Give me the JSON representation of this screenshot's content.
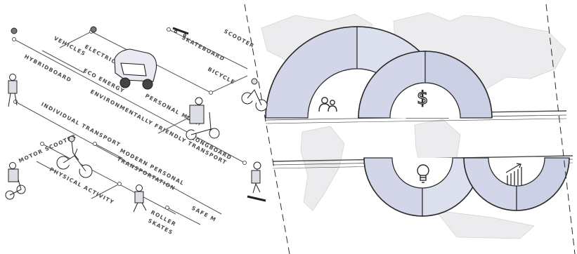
{
  "labels": {
    "vehicles": "VEHICLES",
    "electric_car": "ELECTRIC CAR",
    "skateboard": "SKATEBOARD",
    "scooter": "SCOOTER",
    "hybrid_board": "HYBRIDBOARD",
    "eco_energy": "ECO ENERGY",
    "bicycle": "BICYCLE",
    "personal_mobility": "PERSONAL MOBILITY",
    "environmentally_friendly_transport": "ENVIRONMENTALLY FRIENDLY TRANSPORT",
    "individual_transport": "INDIVIDUAL TRANSPORT",
    "longboard": "LONGBOARD",
    "motor_scooter": "MOTOR SCOOTER",
    "modern_personal_transportation_1": "MODERN PERSONAL",
    "modern_personal_transportation_2": "TRANSPORTATION",
    "physical_activity": "PHYSICAL ACTIVITY",
    "roller_skates_1": "ROLLER",
    "roller_skates_2": "SKATES",
    "safe": "SAFE M"
  },
  "icons": [
    "people-icon",
    "dollar-icon",
    "lightbulb-icon",
    "growth-chart-icon"
  ],
  "colors": {
    "wedge_fill": "#d3d6e8",
    "outline": "#2a2a2a",
    "map_land": "#ececef",
    "line": "#555555"
  }
}
